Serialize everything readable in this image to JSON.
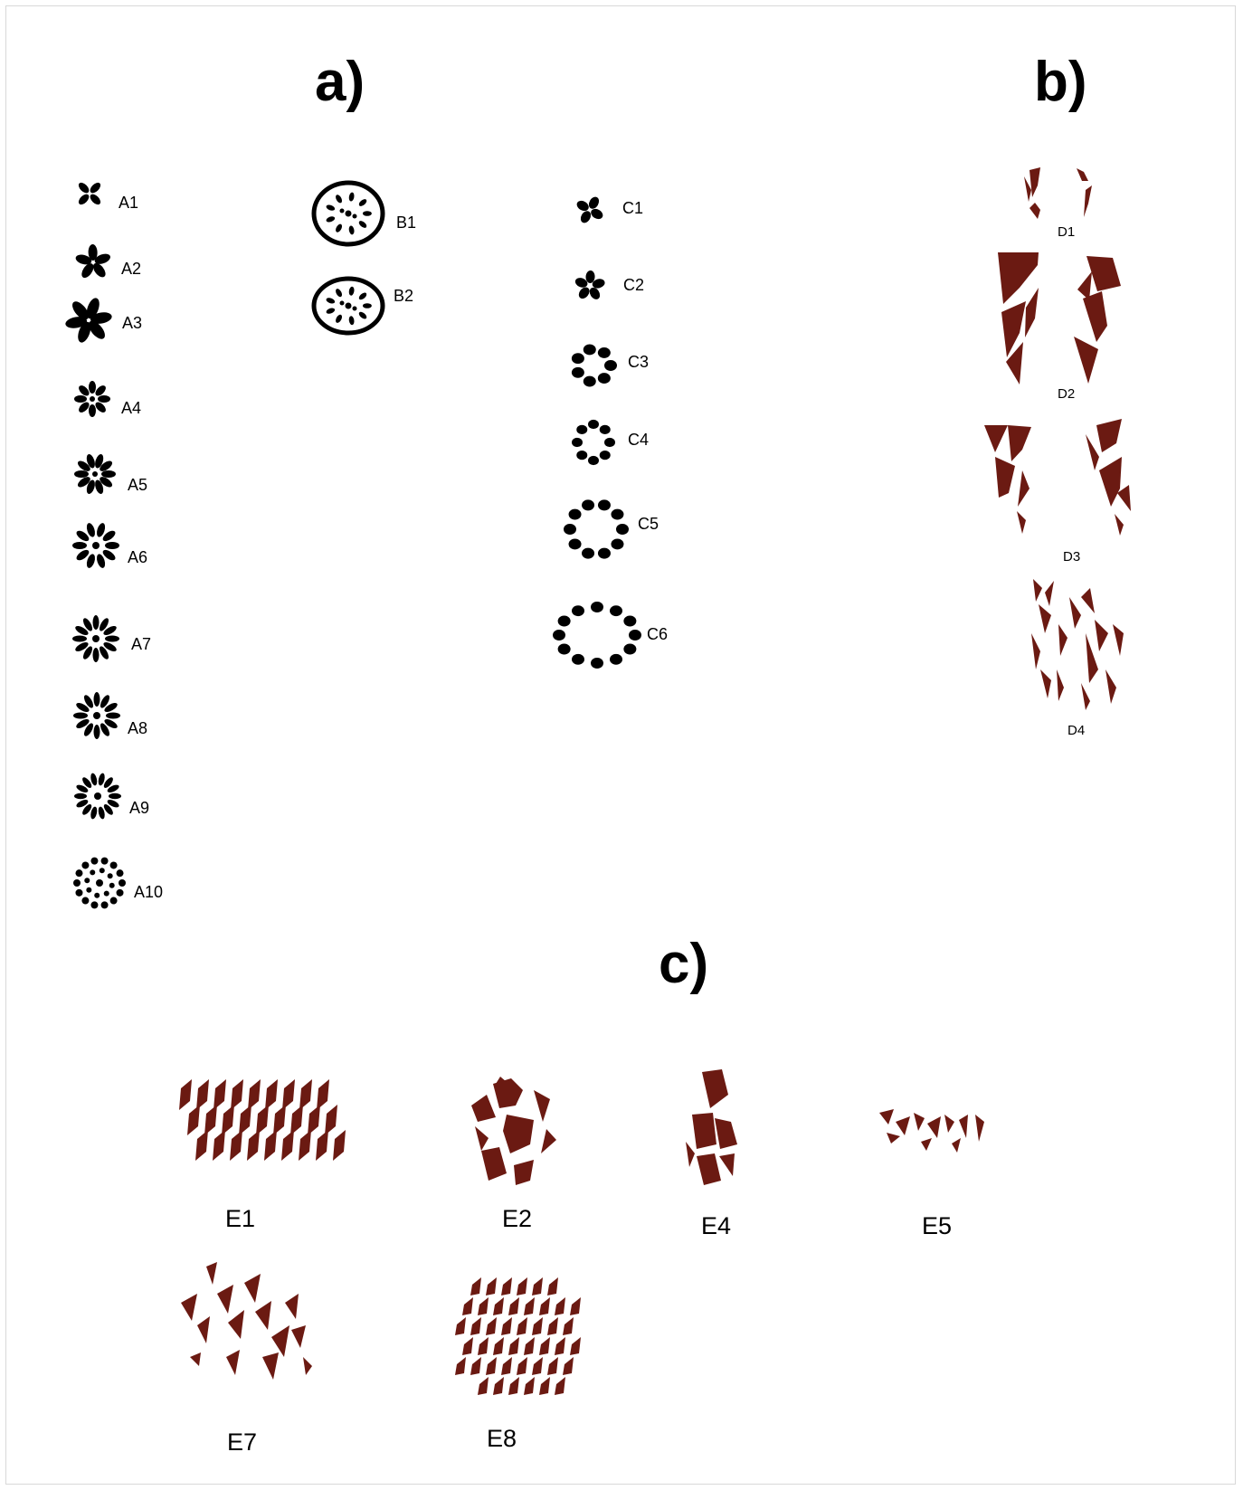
{
  "panels": {
    "a": {
      "title": "a)"
    },
    "b": {
      "title": "b)"
    },
    "c": {
      "title": "c)"
    }
  },
  "colors": {
    "ink": "#000000",
    "brown": "#6b1a12"
  },
  "labels": {
    "A": [
      "A1",
      "A2",
      "A3",
      "A4",
      "A5",
      "A6",
      "A7",
      "A8",
      "A9",
      "A10"
    ],
    "B": [
      "B1",
      "B2"
    ],
    "C": [
      "C1",
      "C2",
      "C3",
      "C4",
      "C5",
      "C6"
    ],
    "D": [
      "D1",
      "D2",
      "D3",
      "D4"
    ],
    "E": [
      "E1",
      "E2",
      "E4",
      "E5",
      "E7",
      "E8"
    ]
  }
}
